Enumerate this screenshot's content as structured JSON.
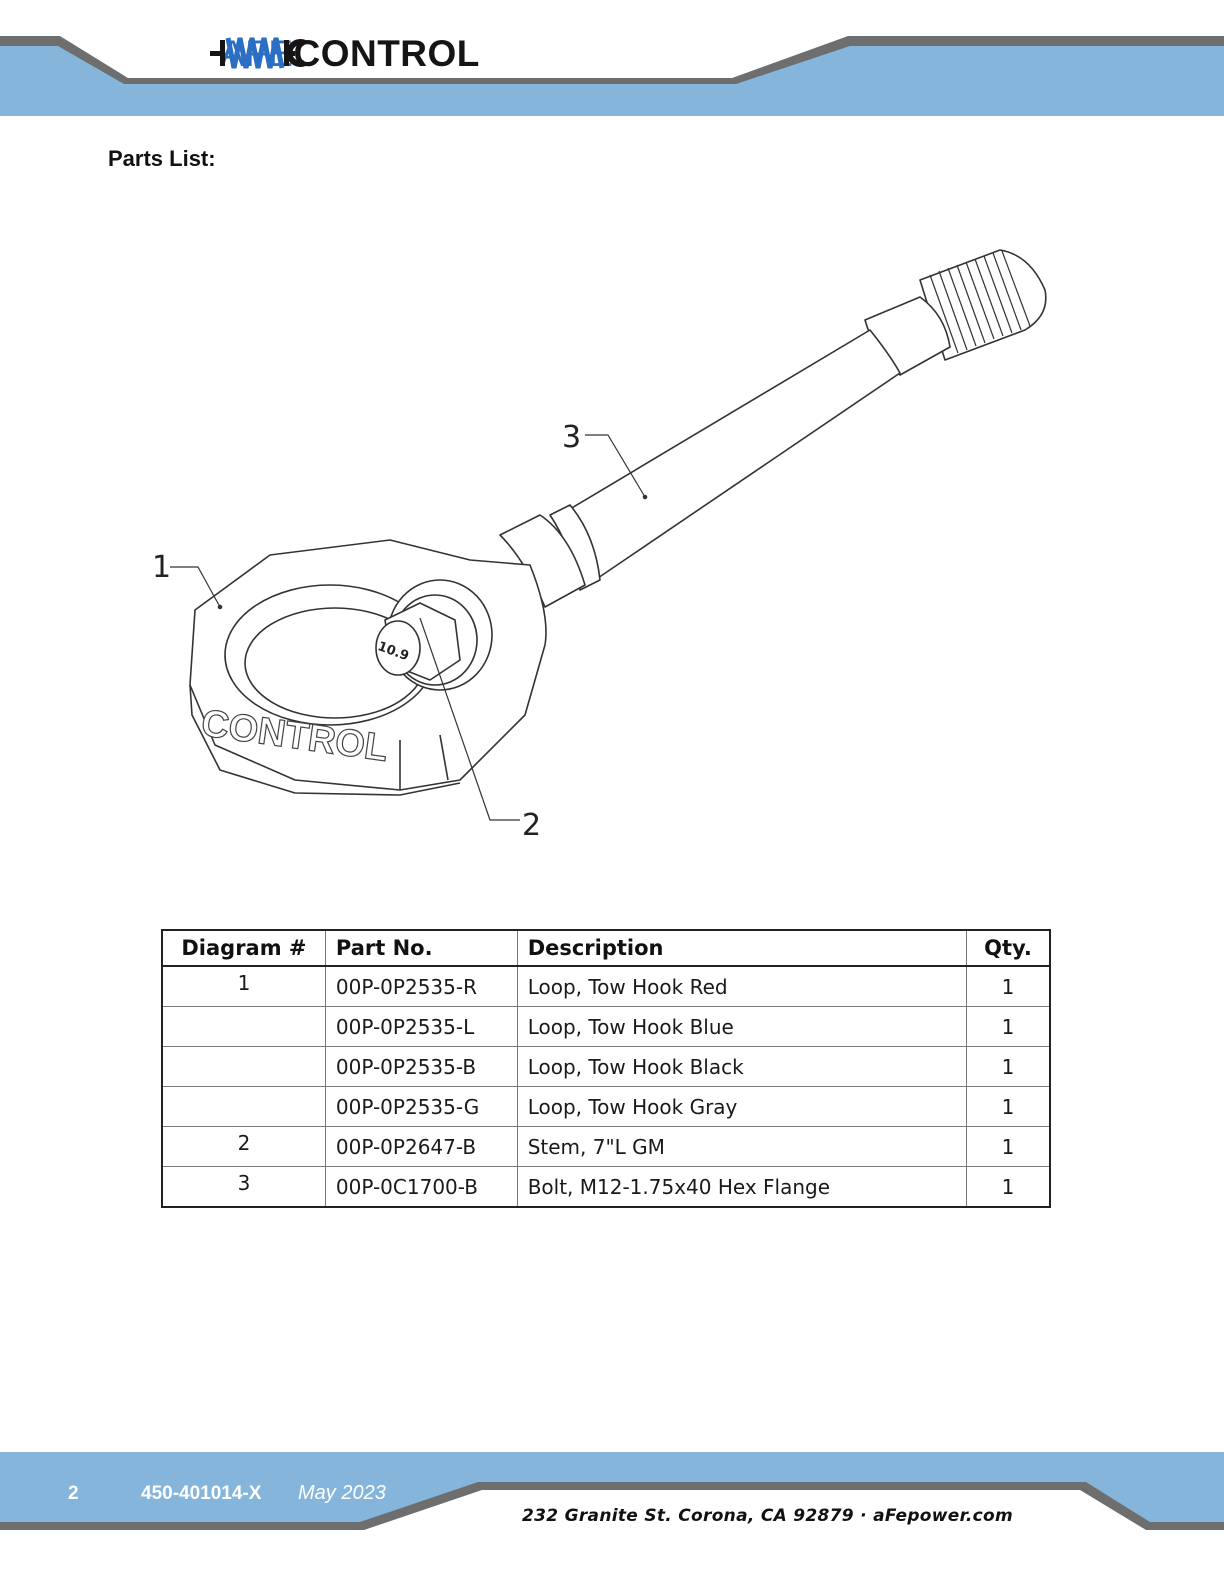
{
  "header": {
    "brand_prefix": "AFE",
    "brand_suffix": "CONTROL",
    "band_color": "#85b5da",
    "brand_blue": "#2a6fc4"
  },
  "section_title": "Parts List:",
  "diagram": {
    "callouts": [
      "1",
      "2",
      "3"
    ],
    "bolt_marking": "10.9",
    "loop_marking": "CONTROL"
  },
  "parts_table": {
    "headers": [
      "Diagram #",
      "Part No.",
      "Description",
      "Qty."
    ],
    "rows": [
      {
        "diagram": "1",
        "part": "00P-0P2535-R",
        "description": "Loop, Tow Hook Red",
        "qty": "1"
      },
      {
        "diagram": "",
        "part": "00P-0P2535-L",
        "description": "Loop, Tow Hook Blue",
        "qty": "1"
      },
      {
        "diagram": "",
        "part": "00P-0P2535-B",
        "description": "Loop, Tow Hook Black",
        "qty": "1"
      },
      {
        "diagram": "",
        "part": "00P-0P2535-G",
        "description": "Loop, Tow Hook Gray",
        "qty": "1"
      },
      {
        "diagram": "2",
        "part": "00P-0P2647-B",
        "description": "Stem, 7\"L GM",
        "qty": "1"
      },
      {
        "diagram": "3",
        "part": "00P-0C1700-B",
        "description": "Bolt, M12-1.75x40 Hex Flange",
        "qty": "1"
      }
    ]
  },
  "footer": {
    "page_number": "2",
    "doc_number": "450-401014-X",
    "date": "May 2023",
    "address": "232 Granite St. Corona, CA 92879 · aFepower.com"
  }
}
